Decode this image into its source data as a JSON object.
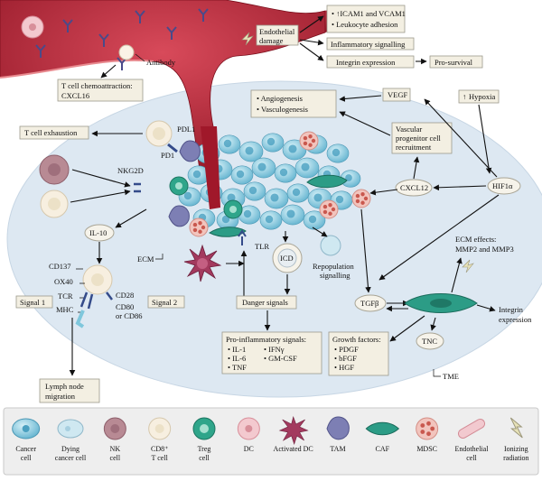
{
  "labels": {
    "tcell_chemo_l1": "T cell chemoattraction:",
    "tcell_chemo_l2": "CXCL16",
    "antibody": "Antibody",
    "endo_damage_l1": "Endothelial",
    "endo_damage_l2": "damage",
    "icam_l1": "• ↑ICAM1 and VCAM1",
    "icam_l2": "• Leukocyte adhesion",
    "inflam_signalling": "Inflammatory signalling",
    "integrin_expr": "Integrin expression",
    "pro_survival": "Pro-survival",
    "angio_l1": "• Angiogenesis",
    "angio_l2": "• Vasculogenesis",
    "vegf": "VEGF",
    "hypoxia": "Hypoxia",
    "tcell_exhaustion": "T cell exhaustion",
    "pdl1": "PDL1",
    "pd1": "PD1",
    "nkg2d": "NKG2D",
    "vpc_l1": "Vascular",
    "vpc_l2": "progenitor cell",
    "vpc_l3": "recruitment",
    "cxcl12": "CXCL12",
    "hif1a": "HIF1α",
    "il10": "IL-10",
    "cd137": "CD137",
    "ox40": "OX40",
    "tcr": "TCR",
    "mhc": "MHC",
    "cd28": "CD28",
    "cd80_l1": "CD80",
    "cd80_l2": "or CD86",
    "signal1": "Signal 1",
    "signal2": "Signal 2",
    "ecm": "ECM",
    "tlr": "TLR",
    "icd": "ICD",
    "repop_l1": "Repopulation",
    "repop_l2": "signalling",
    "ecm_effects_l1": "ECM effects:",
    "ecm_effects_l2": "MMP2 and MMP3",
    "tgfb": "TGFβ",
    "integrin_expr2_l1": "Integrin",
    "integrin_expr2_l2": "expression",
    "danger_signals": "Danger signals",
    "proinflam_title": "Pro-inflammatory signals:",
    "il1": "• IL-1",
    "il6": "• IL-6",
    "tnf": "• TNF",
    "ifng": "• IFNγ",
    "gmcsf": "• GM-CSF",
    "growth_title": "Growth factors:",
    "pdgf": "• PDGF",
    "bfgf": "• bFGF",
    "hgf": "• HGF",
    "tnc": "TNC",
    "tme": "TME",
    "lymph_l1": "Lymph node",
    "lymph_l2": "migration"
  },
  "legend": [
    {
      "l1": "Cancer",
      "l2": "cell",
      "l3": ""
    },
    {
      "l1": "Dying",
      "l2": "cancer cell",
      "l3": ""
    },
    {
      "l1": "NK",
      "l2": "cell",
      "l3": ""
    },
    {
      "l1": "CD8⁺",
      "l2": "T cell",
      "l3": ""
    },
    {
      "l1": "Treg",
      "l2": "cell",
      "l3": ""
    },
    {
      "l1": "DC",
      "l2": "",
      "l3": ""
    },
    {
      "l1": "Activated DC",
      "l2": "",
      "l3": ""
    },
    {
      "l1": "TAM",
      "l2": "",
      "l3": ""
    },
    {
      "l1": "CAF",
      "l2": "",
      "l3": ""
    },
    {
      "l1": "MDSC",
      "l2": "",
      "l3": ""
    },
    {
      "l1": "Endothelial",
      "l2": "cell",
      "l3": ""
    },
    {
      "l1": "Ionizing",
      "l2": "radiation",
      "l3": ""
    }
  ],
  "colors": {
    "tme_fill": "#dde8f2",
    "vessel": "#a0182a",
    "cancer_cell": "#7fc7dc",
    "box_fill": "#f3efe2",
    "treg": "#2fa58a",
    "nk": "#b88a94",
    "tam": "#7d7fb4",
    "caf": "#2c9c86",
    "mdsc": "#e8a7a0",
    "activated_dc": "#a33a5e"
  }
}
